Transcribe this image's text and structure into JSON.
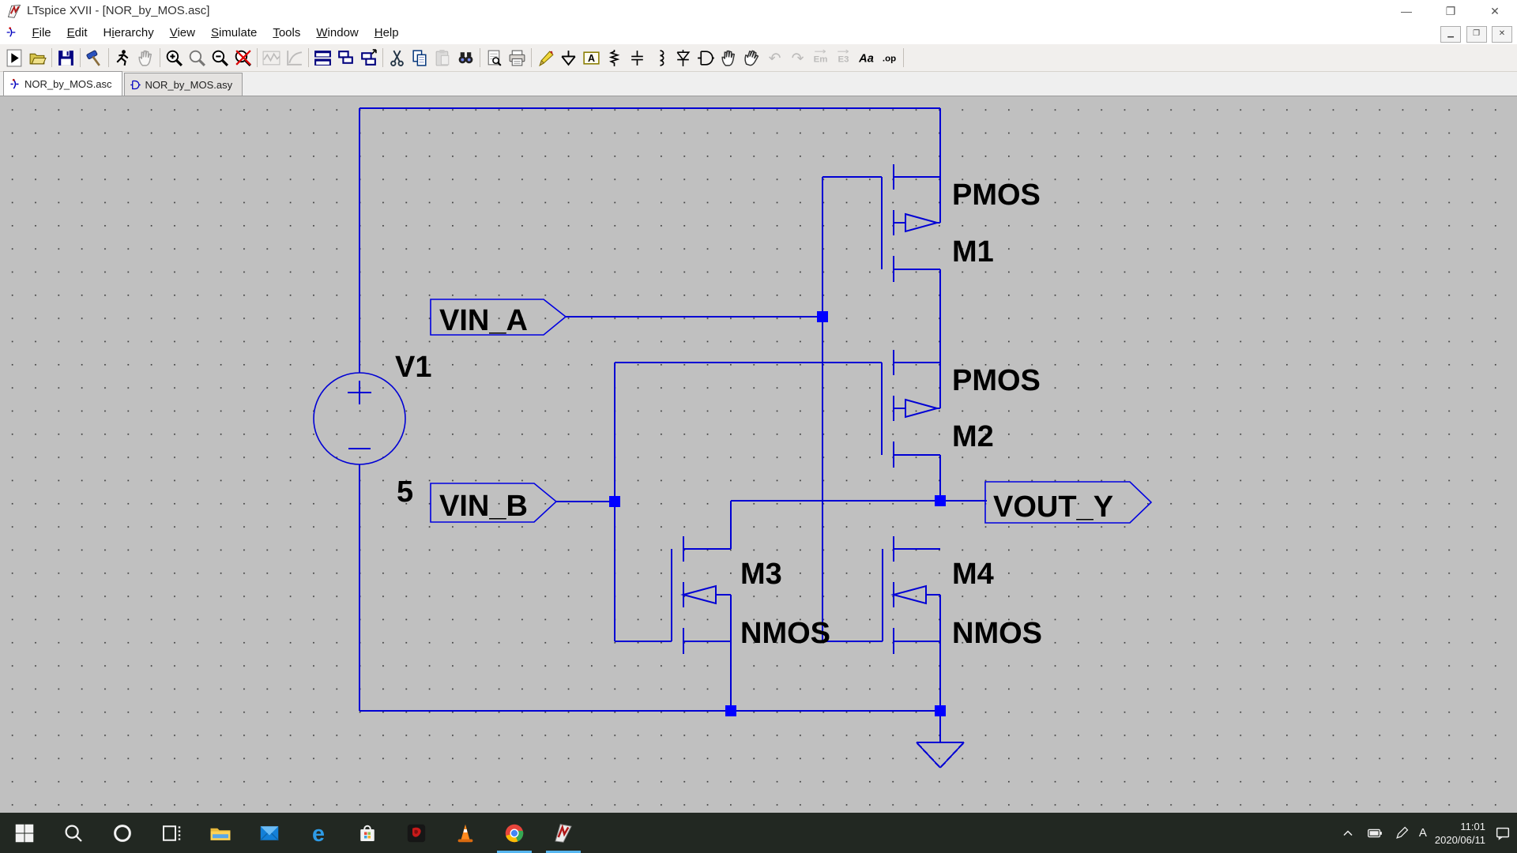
{
  "window": {
    "title": "LTspice XVII - [NOR_by_MOS.asc]",
    "controls": {
      "minimize": "—",
      "maximize": "❐",
      "close": "✕"
    },
    "mdi_controls": {
      "minimize": "▁",
      "restore": "❐",
      "close": "✕"
    }
  },
  "menu": {
    "items": [
      {
        "label": "File",
        "accel": 0
      },
      {
        "label": "Edit",
        "accel": 0
      },
      {
        "label": "Hierarchy",
        "accel": 1
      },
      {
        "label": "View",
        "accel": 0
      },
      {
        "label": "Simulate",
        "accel": 0
      },
      {
        "label": "Tools",
        "accel": 0
      },
      {
        "label": "Window",
        "accel": 0
      },
      {
        "label": "Help",
        "accel": 0
      }
    ]
  },
  "toolbar": {
    "buttons": [
      {
        "name": "run",
        "grayed": false,
        "sep_after": false
      },
      {
        "name": "open",
        "grayed": false,
        "sep_after": true
      },
      {
        "name": "save",
        "grayed": false,
        "sep_after": true
      },
      {
        "name": "control-panel",
        "grayed": false,
        "sep_after": true
      },
      {
        "name": "halt",
        "grayed": false,
        "sep_after": false
      },
      {
        "name": "pan",
        "grayed": true,
        "sep_after": true
      },
      {
        "name": "zoom-in",
        "grayed": false,
        "sep_after": false
      },
      {
        "name": "zoom-back",
        "grayed": true,
        "sep_after": false
      },
      {
        "name": "zoom-out",
        "grayed": false,
        "sep_after": false
      },
      {
        "name": "zoom-fit",
        "grayed": false,
        "sep_after": true
      },
      {
        "name": "autorange",
        "grayed": true,
        "sep_after": false
      },
      {
        "name": "plot-settings",
        "grayed": true,
        "sep_after": true
      },
      {
        "name": "tile-windows",
        "grayed": false,
        "sep_after": false
      },
      {
        "name": "cascade-windows",
        "grayed": false,
        "sep_after": false
      },
      {
        "name": "arrange-windows",
        "grayed": false,
        "sep_after": true
      },
      {
        "name": "cut",
        "grayed": false,
        "sep_after": false
      },
      {
        "name": "copy",
        "grayed": false,
        "sep_after": false
      },
      {
        "name": "paste",
        "grayed": true,
        "sep_after": false
      },
      {
        "name": "find",
        "grayed": false,
        "sep_after": true
      },
      {
        "name": "print-preview",
        "grayed": false,
        "sep_after": false
      },
      {
        "name": "print",
        "grayed": false,
        "sep_after": true
      },
      {
        "name": "draw-wire",
        "grayed": false,
        "sep_after": false
      },
      {
        "name": "ground",
        "grayed": false,
        "sep_after": false
      },
      {
        "name": "net-label",
        "grayed": false,
        "sep_after": false
      },
      {
        "name": "resistor",
        "grayed": false,
        "sep_after": false
      },
      {
        "name": "capacitor",
        "grayed": false,
        "sep_after": false
      },
      {
        "name": "inductor",
        "grayed": false,
        "sep_after": false
      },
      {
        "name": "diode",
        "grayed": false,
        "sep_after": false
      },
      {
        "name": "component",
        "grayed": false,
        "sep_after": false
      },
      {
        "name": "move",
        "grayed": false,
        "sep_after": false
      },
      {
        "name": "drag",
        "grayed": false,
        "sep_after": false
      },
      {
        "name": "undo",
        "grayed": true,
        "sep_after": false
      },
      {
        "name": "redo",
        "grayed": true,
        "sep_after": false
      },
      {
        "name": "mirror",
        "grayed": true,
        "sep_after": false
      },
      {
        "name": "rotate",
        "grayed": true,
        "sep_after": false
      },
      {
        "name": "text",
        "grayed": false,
        "sep_after": false
      },
      {
        "name": "spice-directive",
        "grayed": false,
        "sep_after": true
      }
    ],
    "glyphs": {
      "mirror": "Em",
      "rotate": "E3",
      "text": "Aa",
      "spice_directive": ".op",
      "undo": "↶",
      "redo": "↷",
      "label_letter": "A"
    }
  },
  "tabs": [
    {
      "label": "NOR_by_MOS.asc",
      "icon": "schematic-file-icon",
      "active": true
    },
    {
      "label": "NOR_by_MOS.asy",
      "icon": "symbol-file-icon",
      "active": false
    }
  ],
  "schematic": {
    "source": {
      "name": "V1",
      "value": "5"
    },
    "flags": {
      "in_a": "VIN_A",
      "in_b": "VIN_B",
      "out": "VOUT_Y"
    },
    "transistors": [
      {
        "name": "M1",
        "type": "PMOS"
      },
      {
        "name": "M2",
        "type": "PMOS"
      },
      {
        "name": "M3",
        "type": "NMOS"
      },
      {
        "name": "M4",
        "type": "NMOS"
      }
    ]
  },
  "taskbar": {
    "apps": [
      {
        "name": "start",
        "active": false
      },
      {
        "name": "search",
        "active": false
      },
      {
        "name": "cortana",
        "active": false
      },
      {
        "name": "task-view",
        "active": false
      },
      {
        "name": "file-explorer",
        "active": false
      },
      {
        "name": "mail",
        "active": false
      },
      {
        "name": "edge",
        "active": false
      },
      {
        "name": "store",
        "active": false
      },
      {
        "name": "media-app",
        "active": false
      },
      {
        "name": "vlc",
        "active": false
      },
      {
        "name": "chrome",
        "active": true
      },
      {
        "name": "ltspice",
        "active": true
      }
    ],
    "tray": {
      "ime": "A",
      "time": "11:01",
      "date": "2020/06/11"
    }
  },
  "colors": {
    "wire": "#0000d4",
    "node": "#0000ff",
    "canvas": "#c0c0c0",
    "taskbar": "#222822",
    "active_underline": "#55b6f0",
    "label_text": "#000000"
  }
}
